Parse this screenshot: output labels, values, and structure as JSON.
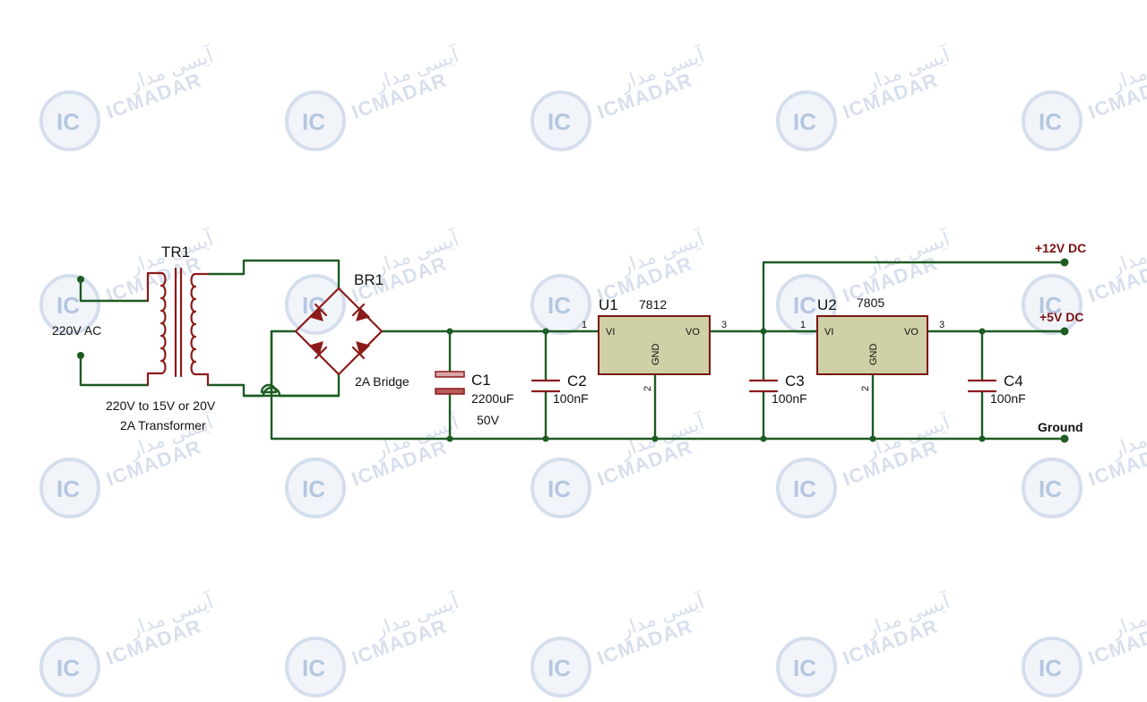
{
  "watermark": {
    "logo_text": "IC",
    "brand_latin": "ICMADAR",
    "brand_persian": "آیسی مدار"
  },
  "transformer": {
    "ref": "TR1",
    "input_label": "220V AC",
    "caption_line1": "220V  to 15V or 20V",
    "caption_line2": "2A Transformer"
  },
  "bridge": {
    "ref": "BR1",
    "value": "2A Bridge"
  },
  "capacitors": {
    "c1": {
      "ref": "C1",
      "value": "2200uF",
      "voltage": "50V"
    },
    "c2": {
      "ref": "C2",
      "value": "100nF"
    },
    "c3": {
      "ref": "C3",
      "value": "100nF"
    },
    "c4": {
      "ref": "C4",
      "value": "100nF"
    }
  },
  "regulators": {
    "u1": {
      "ref": "U1",
      "part": "7812",
      "vi": "VI",
      "vo": "VO",
      "gnd": "GND",
      "pin_in": "1",
      "pin_gnd": "2",
      "pin_out": "3"
    },
    "u2": {
      "ref": "U2",
      "part": "7805",
      "vi": "VI",
      "vo": "VO",
      "gnd": "GND",
      "pin_in": "1",
      "pin_gnd": "2",
      "pin_out": "3"
    }
  },
  "rails": {
    "plus12": "+12V DC",
    "plus5": "+5V DC",
    "ground": "Ground"
  },
  "colors": {
    "wire": "#1d5c22",
    "component": "#8c1a1a",
    "regulator_fill": "#cfd0a6",
    "rail_label": "#7a1212"
  }
}
